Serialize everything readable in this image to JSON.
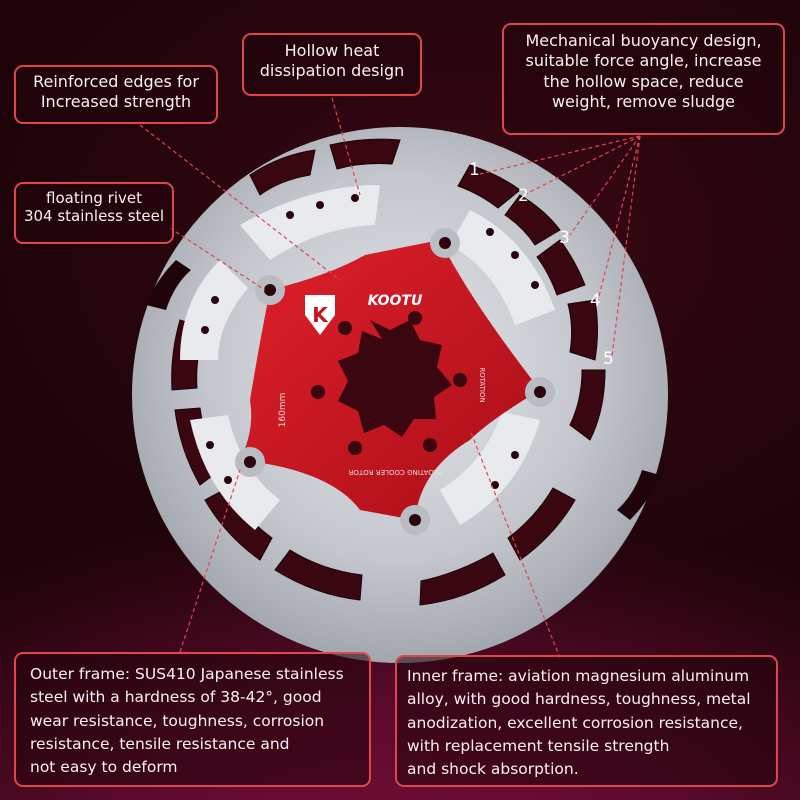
{
  "brand": {
    "name": "KOOTU",
    "badge_letter": "K",
    "badge_text": "KOOTU"
  },
  "rotor_labels": {
    "size": "160mm",
    "rotation": "ROTATION",
    "product_name": "FLOATING COOLER ROTOR"
  },
  "colors": {
    "accent": "#e0454f",
    "spider_red": "#c8141e",
    "steel": "#c9ccd1",
    "background": "#1e0409"
  },
  "callouts": {
    "reinforced": {
      "lines": [
        "Reinforced edges for",
        "Increased strength"
      ]
    },
    "hollow": {
      "lines": [
        "Hollow heat",
        "dissipation design"
      ]
    },
    "buoyancy": {
      "lines": [
        "Mechanical buoyancy design,",
        "suitable force angle, increase",
        "the hollow space, reduce",
        "weight, remove sludge"
      ]
    },
    "rivet": {
      "lines": [
        "floating rivet",
        "304 stainless steel"
      ]
    },
    "outer_frame": {
      "lines": [
        "Outer frame: SUS410 Japanese stainless",
        "steel with a hardness of 38-42°, good",
        "wear resistance, toughness, corrosion",
        "resistance, tensile resistance and",
        "not easy to deform"
      ]
    },
    "inner_frame": {
      "lines": [
        "Inner frame: aviation magnesium aluminum",
        "alloy, with good hardness, toughness, metal",
        "anodization, excellent corrosion resistance,",
        "with replacement tensile strength",
        "and shock absorption."
      ]
    }
  },
  "hollow_numbers": [
    "1",
    "2",
    "3",
    "4",
    "5"
  ]
}
